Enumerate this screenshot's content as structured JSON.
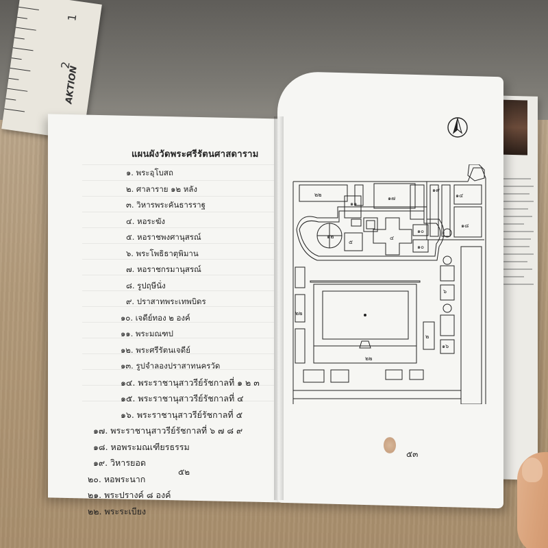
{
  "ruler": {
    "label": "AKTION",
    "number_top": "1",
    "number_mid": "2"
  },
  "legend": {
    "title": "แผนผังวัดพระศรีรัตนศาสดาราม",
    "items": [
      "๑. พระอุโบสถ",
      "๒. ศาลาราย ๑๒ หลัง",
      "๓. วิหารพระคันธารราฐ",
      "๔. หอระฆัง",
      "๕. หอราชพงศานุสรณ์",
      "๖. พระโพธิธาตุพิมาน",
      "๗. หอราชกรมานุสรณ์",
      "๘. รูปฤษีนั่ง",
      "๙. ปราสาทพระเทพบิดร",
      "๑๐. เจดีย์ทอง ๒ องค์",
      "๑๑. พระมณฑป",
      "๑๒. พระศรีรัตนเจดีย์",
      "๑๓. รูปจำลองปราสาทนครวัด",
      "๑๔. พระราชานุสาวรีย์รัชกาลที่ ๑ ๒ ๓",
      "๑๕. พระราชานุสาวรีย์รัชกาลที่ ๔",
      "๑๖. พระราชานุสาวรีย์รัชกาลที่ ๕",
      "๑๗. พระราชานุสาวรีย์รัชกาลที่ ๖ ๗ ๘ ๙",
      "๑๘. หอพระมณเฑียรธรรม",
      "๑๙. วิหารยอด",
      "๒๐. หอพระนาก",
      "๒๑. พระปรางค์ ๘ องค์",
      "๒๒. พระระเบียง"
    ]
  },
  "page_numbers": {
    "left": "๕๒",
    "right": "๕๓"
  },
  "map_labels": {
    "a": "๒๒",
    "b": "๑๗",
    "c": "๑๙",
    "d": "๑๔",
    "e": "๑๘",
    "f": "๑๐",
    "g": "๑๑",
    "h": "๔",
    "i": "๑๐",
    "j": "๑๒",
    "k": "๕",
    "l": "๖",
    "m": "๒๒",
    "n": "๒๒",
    "o": "๑๖",
    "p": "๒"
  },
  "colors": {
    "paper": "#f6f6f3",
    "ink": "#222222",
    "wood": "#b29a7a"
  },
  "icons": {
    "compass": "north-arrow-icon"
  }
}
